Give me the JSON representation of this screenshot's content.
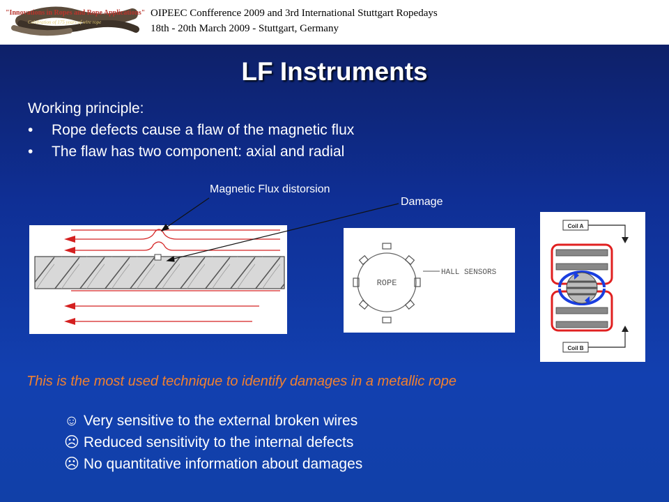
{
  "header": {
    "line1": "OIPEEC Confference 2009 and  3rd International Stuttgart Ropedays",
    "line2": "18th - 20th March 2009 - Stuttgart, Germany",
    "logo": {
      "line1": "\"Innovations in Ropes and Rope Applications\"",
      "line2": "Celebration of 175 years of wire rope"
    }
  },
  "title": "LF Instruments",
  "principle": {
    "heading": "Working principle:",
    "bullets": [
      "Rope defects cause a flaw of the magnetic flux",
      "The flaw has two component: axial and radial"
    ]
  },
  "labels": {
    "flux": "Magnetic Flux distorsion",
    "damage": "Damage"
  },
  "sensor_diagram": {
    "rope": "ROPE",
    "sensors": "HALL SENSORS"
  },
  "coil_diagram": {
    "coil_a": "Coil A",
    "coil_b": "Coil B"
  },
  "note": "This is the most used technique to identify damages in a metallic rope",
  "points": [
    {
      "icon": "☺",
      "icon_name": "smiley-face-icon",
      "text": "Very sensitive to the external broken wires"
    },
    {
      "icon": "☹",
      "icon_name": "frown-face-icon",
      "text": "Reduced sensitivity to the internal defects"
    },
    {
      "icon": "☹",
      "icon_name": "frown-face-icon",
      "text": "No quantitative information about damages"
    }
  ],
  "colors": {
    "background": "#1240b0",
    "title": "#ffffff",
    "note": "#f08030",
    "flux_lines": "#d42020",
    "coil_loop_red": "#e02020",
    "coil_loop_blue": "#1a3ee0"
  }
}
